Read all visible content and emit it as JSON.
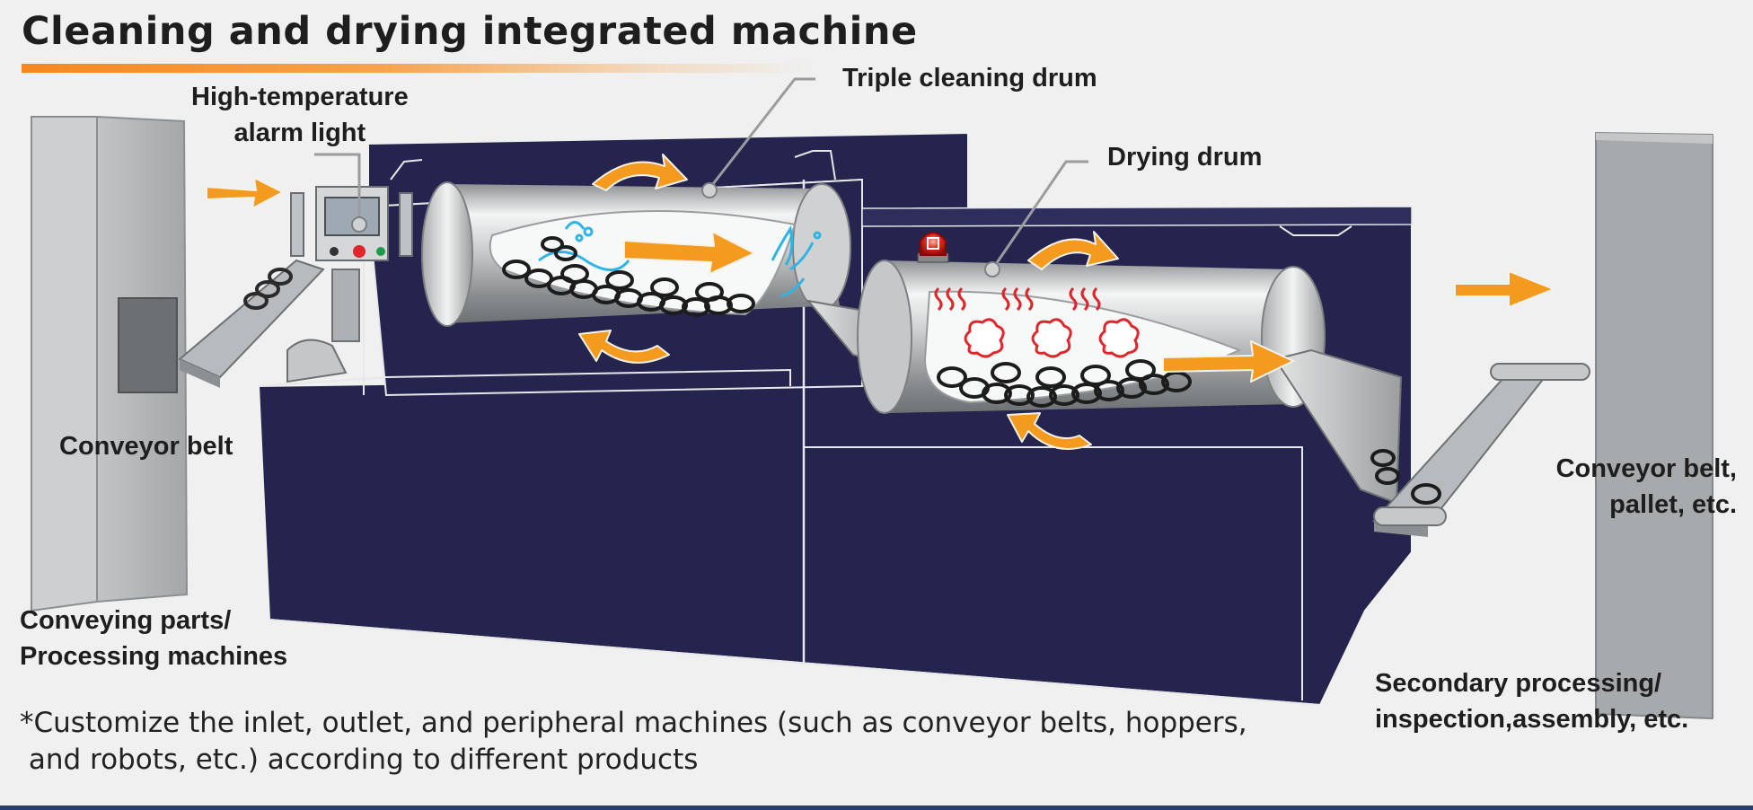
{
  "title": "Cleaning and drying integrated machine",
  "labels": {
    "alarm_light_line1": "High-temperature",
    "alarm_light_line2": "alarm light",
    "triple_cleaning_drum": "Triple cleaning drum",
    "drying_drum": "Drying drum",
    "conveyor_belt_left": "Conveyor belt",
    "conveying_parts_line1": "Conveying parts/",
    "conveying_parts_line2": "Processing machines",
    "conveyor_right_line1": "Conveyor belt,",
    "conveyor_right_line2": "pallet, etc.",
    "secondary_line1": "Secondary processing/",
    "secondary_line2": "inspection,assembly, etc."
  },
  "note": {
    "line1": "*Customize the inlet, outlet, and peripheral machines (such as conveyor belts, hoppers,",
    "line2": " and robots, etc.) according to different products"
  },
  "colors": {
    "machine_body": "#24244f",
    "arrow": "#f39a1f",
    "water": "#2fb4e6",
    "heat": "#e0262a",
    "underline": "#f5881f",
    "background": "#eff0ef"
  }
}
